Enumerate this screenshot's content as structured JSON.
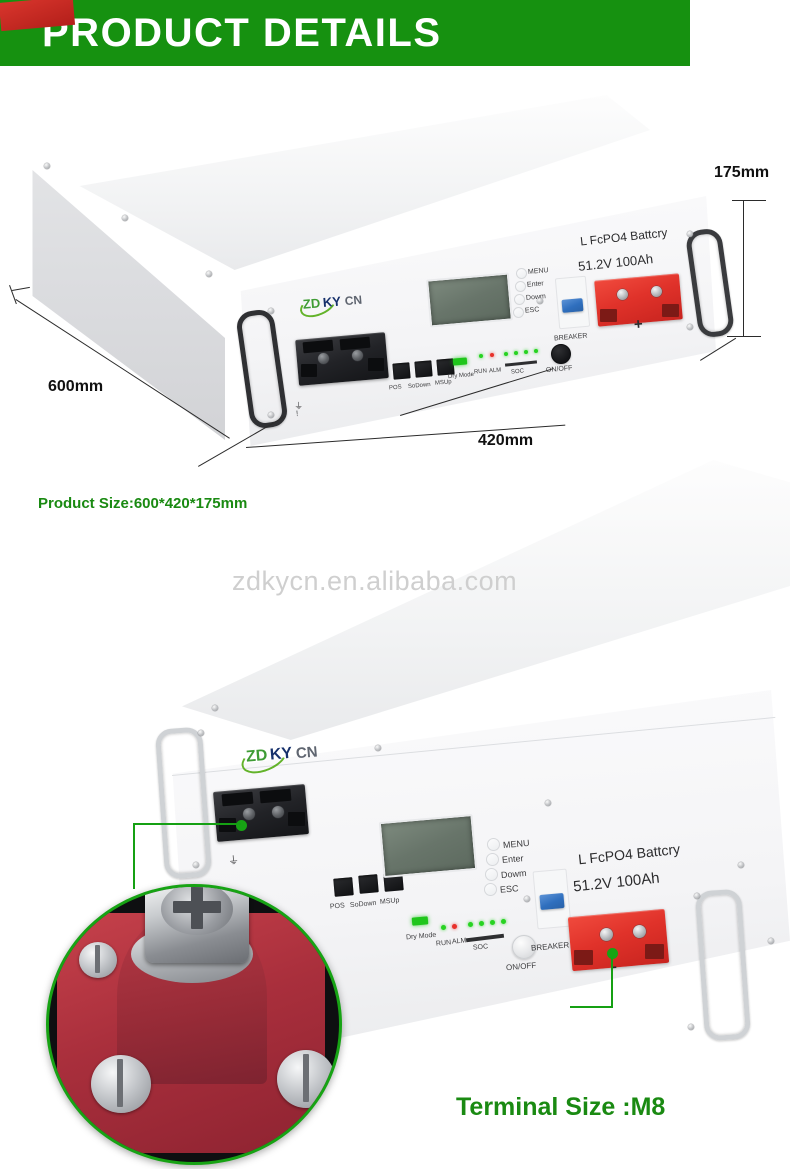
{
  "header": {
    "title": "PRODUCT DETAILS",
    "banner_color": "#169110"
  },
  "watermark": {
    "text": "zdkycn.en.alibaba.com"
  },
  "annotations": {
    "depth_label": "600mm",
    "width_label": "420mm",
    "height_label": "175mm",
    "product_size": "Product Size:600*420*175mm",
    "terminal_size": "Terminal Size :M8",
    "green": "#1a8a12"
  },
  "brand": {
    "zd": "ZD",
    "ky": "KY",
    "cn": "CN",
    "full": "ZDKYCN"
  },
  "panel": {
    "battery_name": "L FcPO4 Battcry",
    "battery_spec": "51.2V  100Ah",
    "menu_buttons": [
      "MENU",
      "Enter",
      "Dowm",
      "ESC"
    ],
    "port_labels": [
      "POS",
      "SoDown",
      "MSUp"
    ],
    "indicator_labels": [
      "Dry Mode",
      "RUN",
      "ALM",
      "SOC"
    ],
    "breaker_label": "BREAKER",
    "power_label": "ON/OFF",
    "polarity_positive": "+",
    "polarity_negative": "-",
    "leds": [
      {
        "name": "run",
        "color": "#27d321"
      },
      {
        "name": "alm",
        "color": "#e8302a"
      },
      {
        "name": "soc1",
        "color": "#27d321"
      },
      {
        "name": "soc2",
        "color": "#27d321"
      },
      {
        "name": "soc3",
        "color": "#27d321"
      },
      {
        "name": "soc4",
        "color": "#27d321"
      }
    ]
  }
}
